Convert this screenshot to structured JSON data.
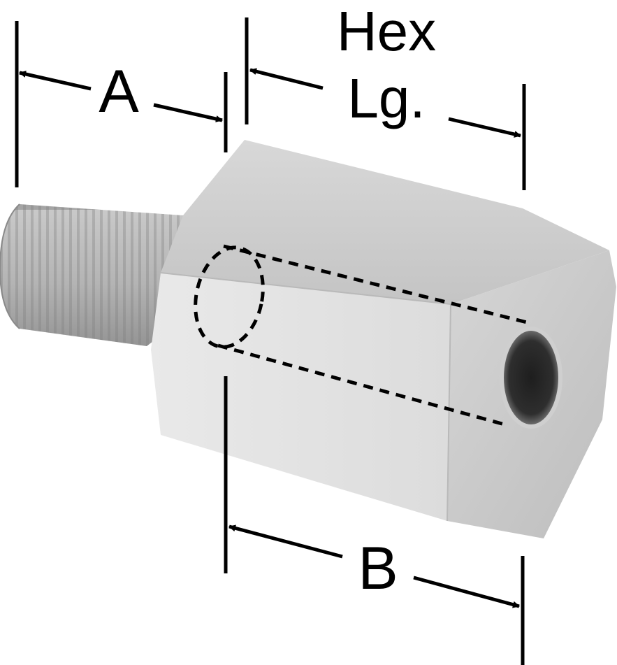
{
  "labels": {
    "a": "A",
    "hex_line1": "Hex",
    "hex_line2": "Lg.",
    "b": "B"
  },
  "colors": {
    "ink": "#000000",
    "metal_light": "#e4e4e4",
    "metal_mid": "#cfcfcf",
    "metal_dark": "#a9a9a9",
    "thread": "#9c9c9c"
  }
}
